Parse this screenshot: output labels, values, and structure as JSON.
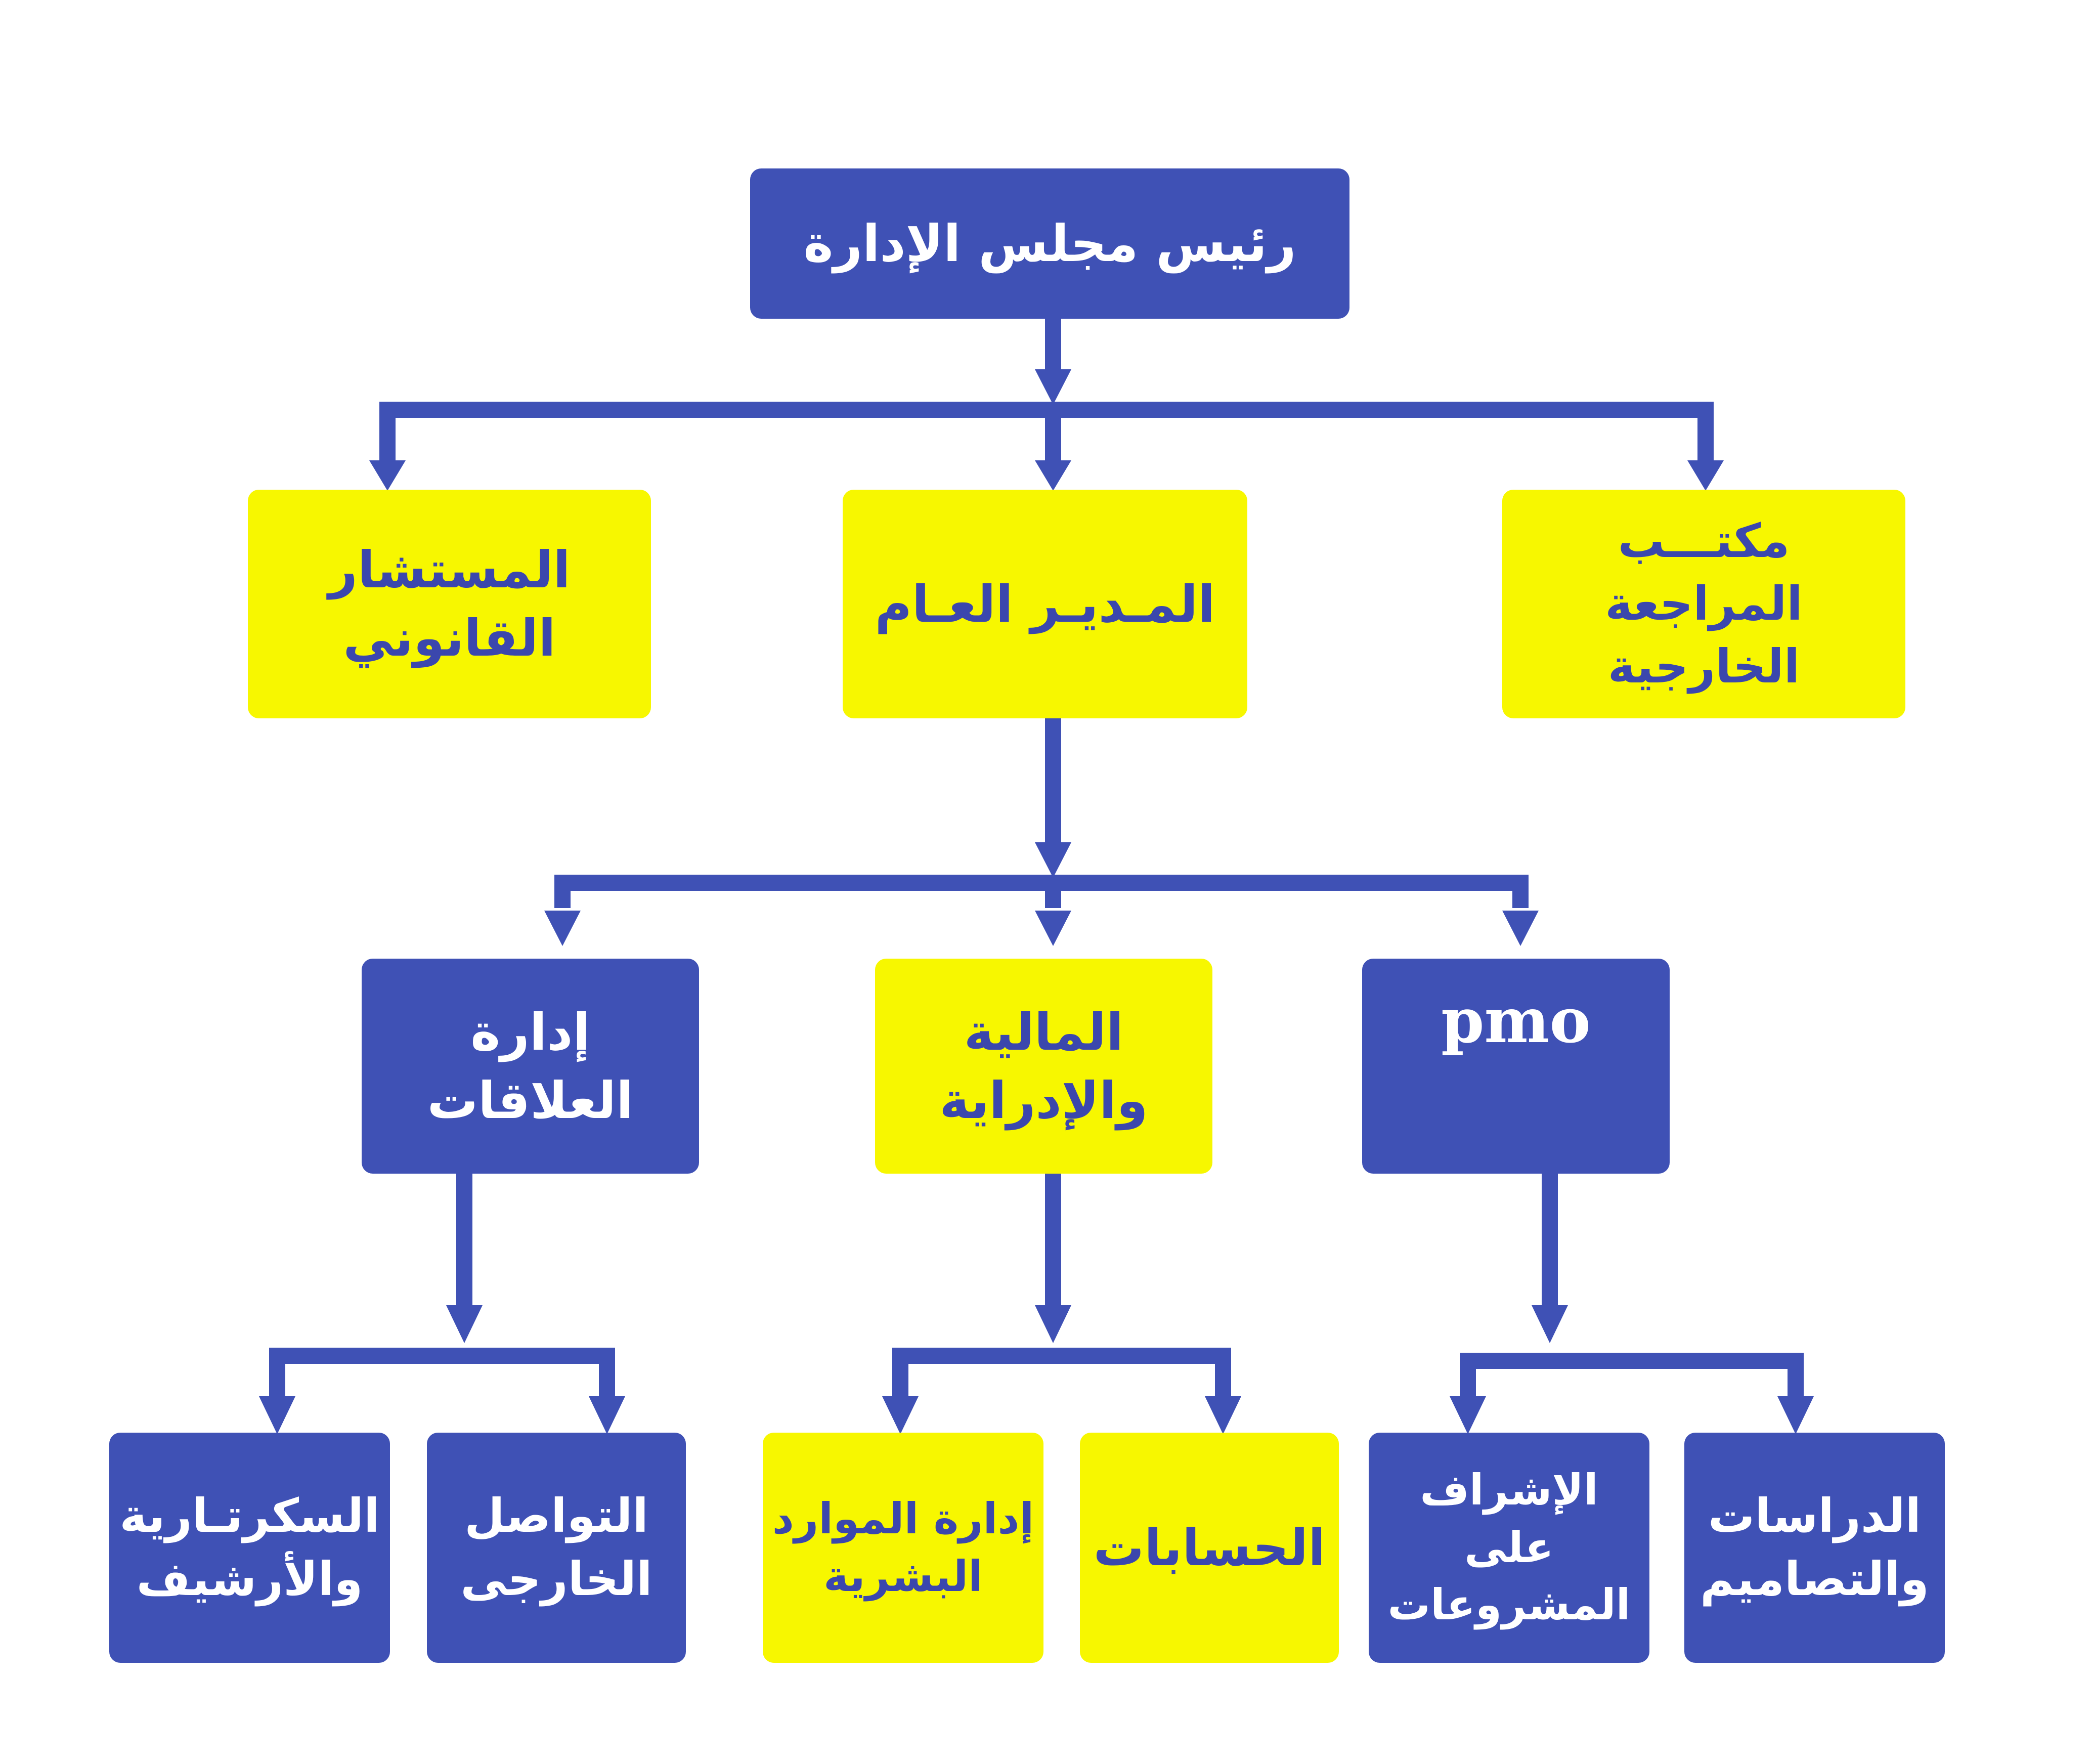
{
  "colors": {
    "blue_box": "#3f51b5",
    "yellow_box": "#f7f700",
    "connector": "#3f51b5",
    "text_on_blue": "#ffffff",
    "text_on_yellow": "#3b47ad"
  },
  "chart": {
    "chairman": "رئيس مجلس الإدارة",
    "legal_advisor": "المستشار القانوني",
    "general_manager": "المـديـر العـام",
    "external_audit": {
      "line1": "مكتـــب",
      "line2": "المراجعة الخارجية"
    },
    "relations": "إدارة العلاقات",
    "finance_admin": "المالية والإدراية",
    "pmo": "pmo",
    "secretariat": {
      "line1": "السكرتـارية",
      "line2": "والأرشيف"
    },
    "external_comm": {
      "line1": "التواصل",
      "line2": "الخارجى"
    },
    "hr": {
      "line1": "إدارة الموارد",
      "line2": "البشرية"
    },
    "accounts": "الحسابات",
    "project_supervision": {
      "line1": "الإشراف على",
      "line2": "المشروعات"
    },
    "studies_designs": {
      "line1": "الدراسات",
      "line2": "والتصاميم"
    }
  }
}
